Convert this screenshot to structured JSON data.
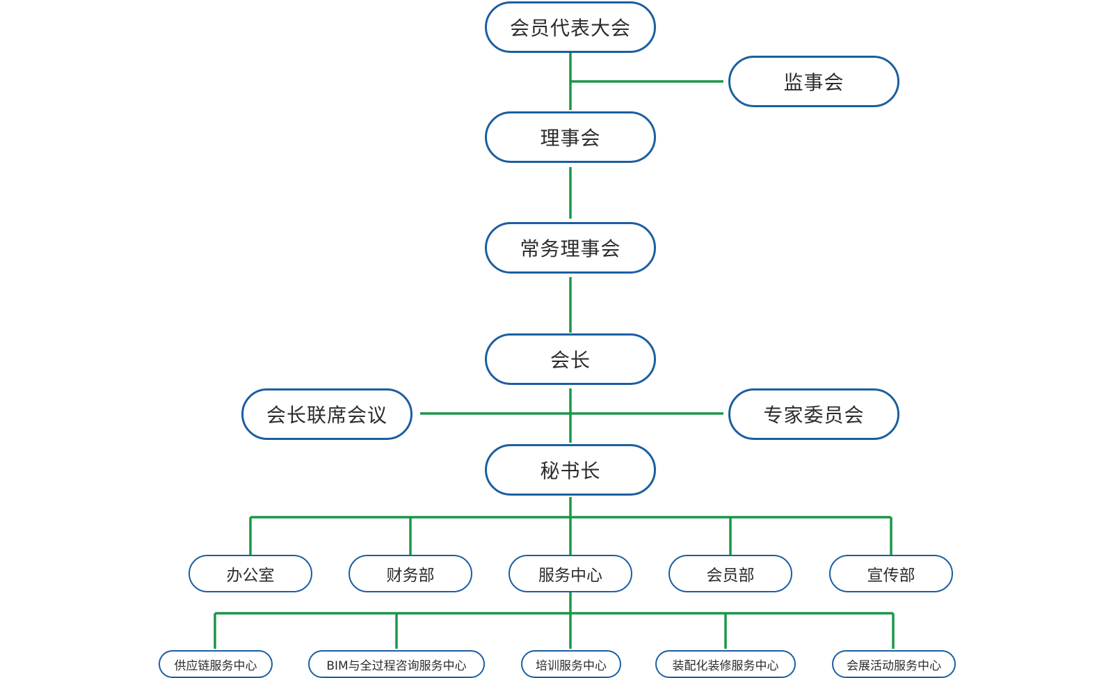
{
  "colors": {
    "node_border": "#1a5ea0",
    "connector": "#1b9648",
    "text": "#2b2b2b"
  },
  "top": {
    "assembly": "会员代表大会",
    "supervisors": "监事会",
    "council": "理事会",
    "standing_council": "常务理事会",
    "president": "会长",
    "joint_meeting": "会长联席会议",
    "experts": "专家委员会",
    "secretary_general": "秘书长"
  },
  "departments": [
    "办公室",
    "财务部",
    "服务中心",
    "会员部",
    "宣传部"
  ],
  "centers": [
    "供应链服务中心",
    "BIM与全过程咨询服务中心",
    "培训服务中心",
    "装配化装修服务中心",
    "会展活动服务中心"
  ]
}
